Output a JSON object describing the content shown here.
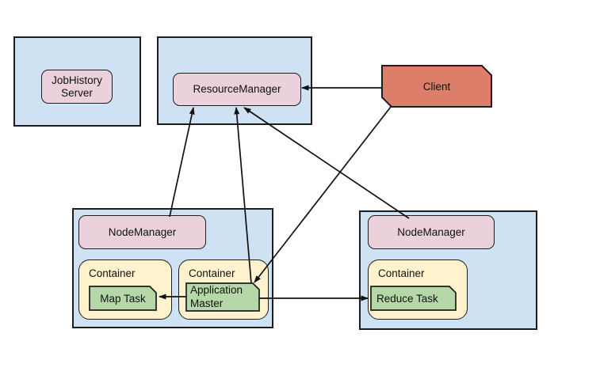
{
  "diagram": {
    "type": "architecture-diagram",
    "nodes": {
      "jobhistory_server": {
        "label": "JobHistory Server"
      },
      "resourcemanager": {
        "label": "ResourceManager"
      },
      "client": {
        "label": "Client"
      },
      "nodemanager_left": {
        "label": "NodeManager"
      },
      "nodemanager_right": {
        "label": "NodeManager"
      },
      "container_map": {
        "label": "Container"
      },
      "container_appmaster": {
        "label": "Container"
      },
      "container_reduce": {
        "label": "Container"
      },
      "map_task": {
        "label": "Map Task"
      },
      "application_master": {
        "label": "Application Master"
      },
      "reduce_task": {
        "label": "Reduce Task"
      }
    },
    "edges": [
      {
        "from": "Client",
        "to": "ResourceManager"
      },
      {
        "from": "NodeManager (left)",
        "to": "ResourceManager"
      },
      {
        "from": "Application Master",
        "to": "ResourceManager"
      },
      {
        "from": "NodeManager (right)",
        "to": "ResourceManager"
      },
      {
        "from": "Client",
        "to": "Application Master"
      },
      {
        "from": "Application Master",
        "to": "Map Task"
      },
      {
        "from": "Application Master",
        "to": "Reduce Task"
      }
    ],
    "colors": {
      "group_fill": "#cfe2f3",
      "manager_fill": "#ead1dc",
      "container_fill": "#fff2cc",
      "task_fill": "#b6d7a8",
      "client_fill": "#dd7e6b",
      "stroke": "#1d1d1d",
      "background": "#ffffff"
    }
  }
}
